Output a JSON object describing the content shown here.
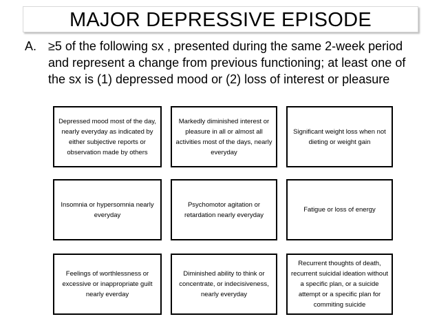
{
  "slide": {
    "title": "MAJOR DEPRESSIVE EPISODE",
    "criterion": {
      "marker": "A.",
      "text": "≥5 of the following sx , presented during the same 2-week period and represent a change from previous functioning; at least one of the sx is (1) depressed mood or (2) loss of interest or pleasure"
    },
    "symptoms": [
      "Depressed mood most of the day, nearly everyday as indicated by either subjective reports or observation made by others",
      "Markedly diminished interest or pleasure in all or almost all activities most of the days, nearly everyday",
      "Significant weight loss when not dieting or weight gain",
      "Insomnia or hypersomnia nearly everyday",
      "Psychomotor agitation or retardation nearly everyday",
      "Fatigue or loss of energy",
      "Feelings of worthlessness or excessive or inappropriate guilt nearly everday",
      "Diminished ability to think or concentrate, or indecisiveness, nearly everyday",
      "Recurrent thoughts of death, recurrent suicidal ideation without a specific plan, or a suicide attempt or a specific plan for commiting suicide"
    ]
  }
}
